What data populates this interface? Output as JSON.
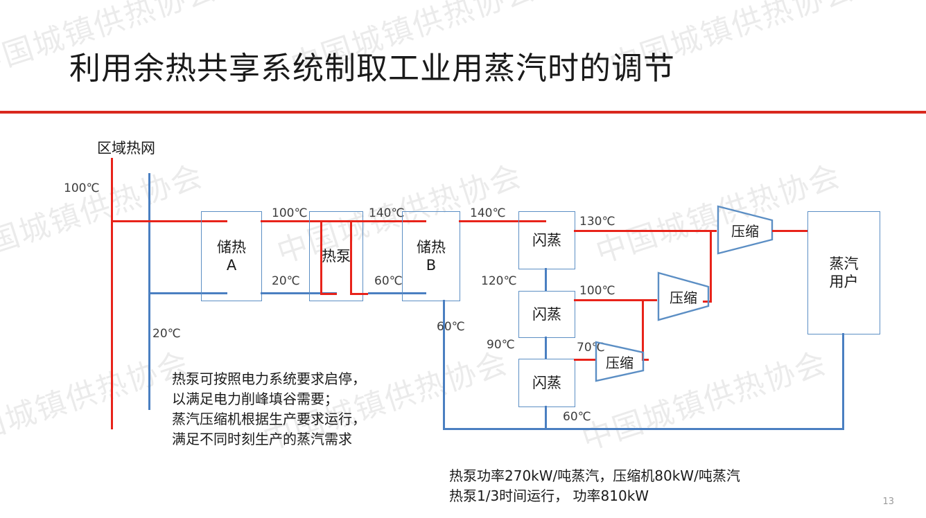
{
  "slide": {
    "title": "利用余热共享系统制取工业用蒸汽时的调节",
    "page_number": "13",
    "accent_color": "#d9281e",
    "hot_pipe_color": "#e8231a",
    "cold_pipe_color": "#4a7fc1",
    "box_border_color": "#5b8ec4",
    "watermark_text": "中国城镇供热协会"
  },
  "diagram": {
    "network_label": "区域热网",
    "boxes": {
      "storage_a": {
        "line1": "储热",
        "line2": "A"
      },
      "heat_pump": {
        "line1": "热泵",
        "line2": ""
      },
      "storage_b": {
        "line1": "储热",
        "line2": "B"
      },
      "flash_1": {
        "line1": "闪蒸",
        "line2": ""
      },
      "flash_2": {
        "line1": "闪蒸",
        "line2": ""
      },
      "flash_3": {
        "line1": "闪蒸",
        "line2": ""
      },
      "steam_user": {
        "line1": "蒸汽",
        "line2": "用户"
      }
    },
    "compressors": {
      "top": "压缩",
      "middle": "压缩",
      "bottom": "压缩"
    },
    "temperatures": {
      "network_supply": "100℃",
      "network_return": "20℃",
      "storage_a_out_hot": "100℃",
      "storage_a_out_cold": "20℃",
      "heat_pump_out_hot": "140℃",
      "heat_pump_out_cold": "60℃",
      "storage_b_out": "140℃",
      "storage_b_return": "60℃",
      "flash1_vapor": "130℃",
      "flash1_to_flash2": "120℃",
      "flash2_vapor": "100℃",
      "flash2_to_flash3": "90℃",
      "flash3_vapor": "70℃",
      "flash3_return": "60℃"
    }
  },
  "notes": {
    "operation": "热泵可按照电力系统要求启停，\n以满足电力削峰填谷需要；\n蒸汽压缩机根据生产要求运行，\n满足不同时刻生产的蒸汽需求",
    "power": "热泵功率270kW/吨蒸汽，压缩机80kW/吨蒸汽\n热泵1/3时间运行， 功率810kW"
  }
}
